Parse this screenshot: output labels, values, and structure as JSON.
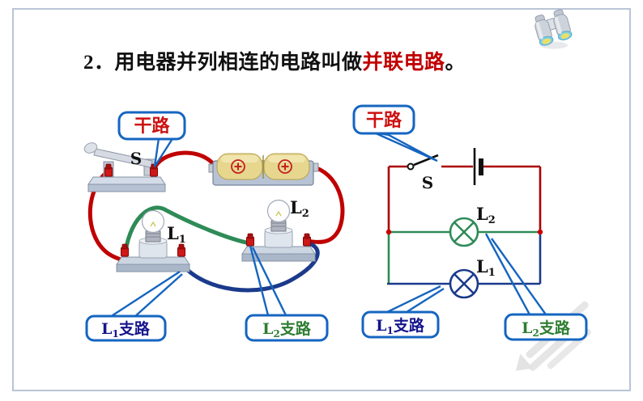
{
  "title": {
    "prefix": "2．用电器并列相连的电路叫做",
    "highlight": "并联电路",
    "suffix": "。"
  },
  "icons": {
    "top_right": "binoculars-icon"
  },
  "colors": {
    "wire_red": "#c00000",
    "wire_green": "#2e8b57",
    "wire_navy": "#1b3a8c",
    "callout_border_blue": "#1565c0",
    "title_highlight_red": "#c00000",
    "main_path_label_red": "#cc1111",
    "branch1_label_navy": "#14148c",
    "branch2_label_green": "#2e7d32",
    "slide_border": "#b9c5d6",
    "battery_cell": "#e6d68e",
    "component_base": "#c5d0de"
  },
  "left_panel": {
    "main_path_label": "干路",
    "switch_label": "S",
    "lamp1": {
      "letter": "L",
      "sub": "1"
    },
    "lamp2": {
      "letter": "L",
      "sub": "2"
    },
    "branch1": {
      "letter": "L",
      "sub": "1",
      "text": "支路"
    },
    "branch2": {
      "letter": "L",
      "sub": "2",
      "text": "支路"
    }
  },
  "right_panel": {
    "main_path_label": "干路",
    "switch_label": "S",
    "lamp1": {
      "letter": "L",
      "sub": "1"
    },
    "lamp2": {
      "letter": "L",
      "sub": "2"
    },
    "branch1": {
      "letter": "L",
      "sub": "1",
      "text": "支路"
    },
    "branch2": {
      "letter": "L",
      "sub": "2",
      "text": "支路"
    }
  }
}
